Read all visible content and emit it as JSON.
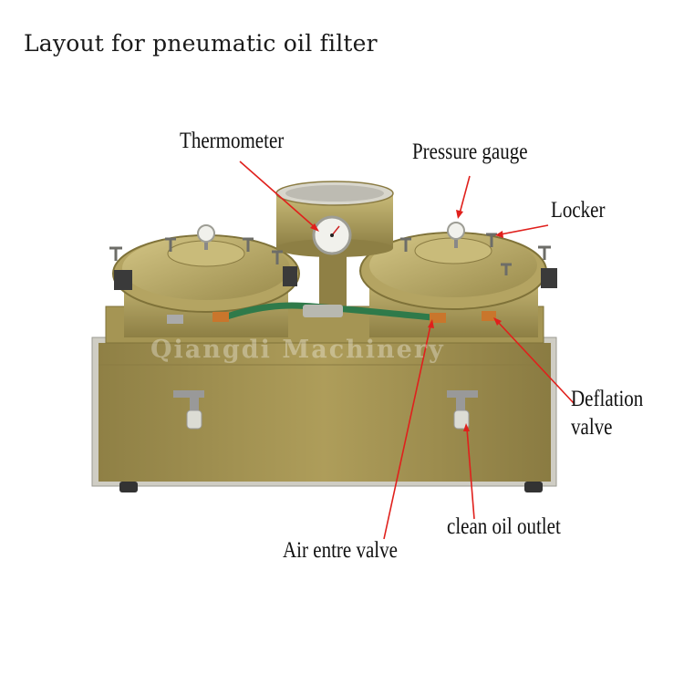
{
  "title": "Layout for pneumatic oil filter",
  "watermark": "Qiangdi Machinery",
  "labels": {
    "thermometer": "Thermometer",
    "pressure_gauge": "Pressure gauge",
    "locker": "Locker",
    "deflation_valve_line1": "Deflation",
    "deflation_valve_line2": "valve",
    "clean_oil_outlet": "clean oil outlet",
    "air_entre_valve": "Air entre valve"
  },
  "colors": {
    "machine_body": "#a69552",
    "machine_light": "#c2b370",
    "machine_dark": "#7f7239",
    "frame": "#d8d6cc",
    "pointer": "#e0201c",
    "pipe_green": "#2f7a4a"
  }
}
